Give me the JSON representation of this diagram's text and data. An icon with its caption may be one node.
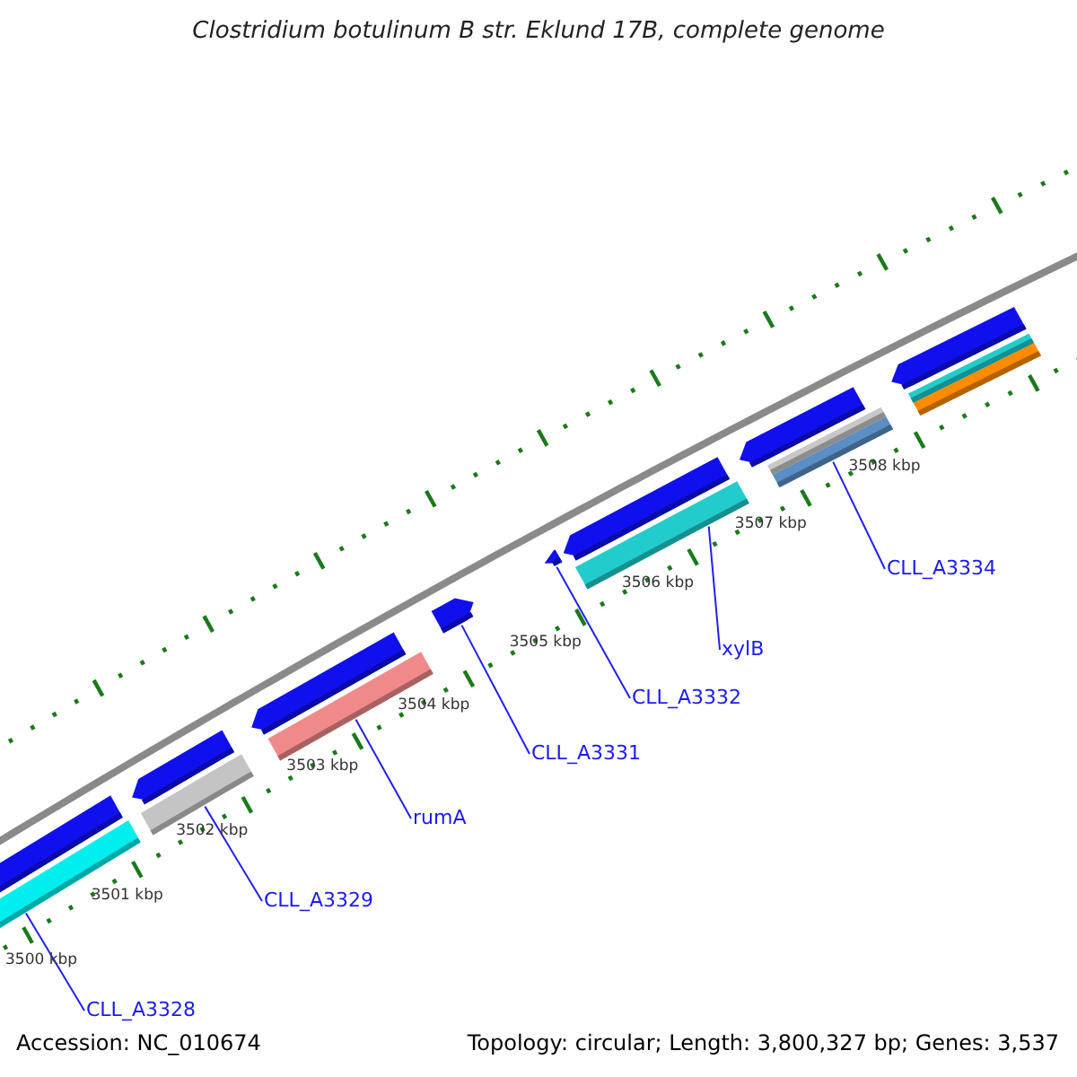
{
  "diagram": {
    "title": "Clostridium botulinum B str. Eklund 17B, complete genome",
    "nodes": [
      {
        "text": [],
        "shape": "bar"
      },
      {
        "text": [],
        "shape": "bar"
      },
      {
        "text": [],
        "shape": "bar"
      },
      {
        "text": [],
        "shape": "bar"
      },
      {
        "text": [],
        "shape": "bar"
      },
      {
        "text": [],
        "shape": "bar"
      },
      {
        "text": [],
        "shape": "bar"
      },
      {
        "text": [
          "CLL_A3328"
        ]
      },
      {
        "text": [
          "CLL_A3329"
        ]
      },
      {
        "text": [
          "rumA"
        ]
      },
      {
        "text": [
          "CLL_A3331"
        ]
      },
      {
        "text": [
          "CLL_A3332"
        ]
      },
      {
        "text": [
          "xylB"
        ]
      },
      {
        "text": [
          "CLL_A3334"
        ]
      }
    ],
    "edges": [
      {
        "from": 7,
        "to": 0,
        "arrow": "none"
      },
      {
        "from": 8,
        "to": 1,
        "arrow": "none"
      },
      {
        "from": 9,
        "to": 2,
        "arrow": "none"
      },
      {
        "from": 10,
        "to": 3,
        "arrow": "none"
      },
      {
        "from": 11,
        "to": 4,
        "arrow": "none"
      },
      {
        "from": 12,
        "to": 5,
        "arrow": "none"
      },
      {
        "from": 13,
        "to": 6,
        "arrow": "none"
      }
    ],
    "labels": [
      "3500 kbp",
      "3501 kbp",
      "3502 kbp",
      "3503 kbp",
      "3504 kbp",
      "3505 kbp",
      "3506 kbp",
      "3507 kbp",
      "3508 kbp",
      "Accession: NC_010674",
      "Topology: circular; Length: 3,800,327 bp; Genes: 3,537"
    ]
  }
}
